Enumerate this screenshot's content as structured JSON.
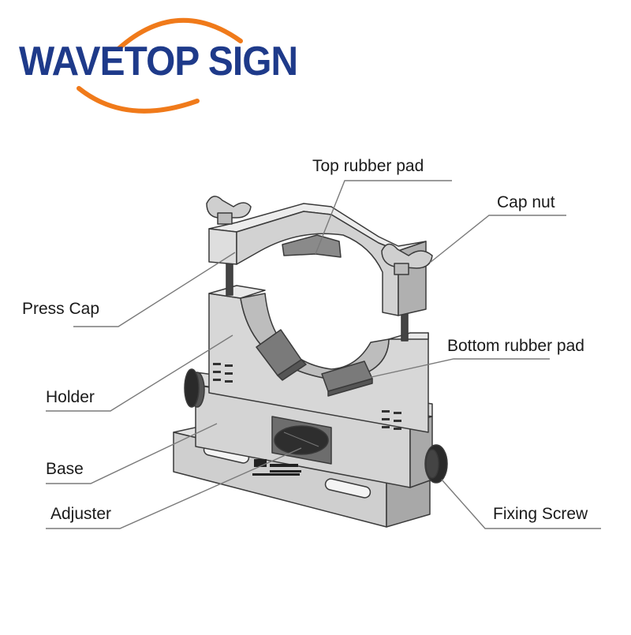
{
  "brand": {
    "name": "WAVETOP SIGN",
    "text_color": "#1e3a8a",
    "arc_color": "#f07a1a"
  },
  "labels": {
    "top_rubber_pad": "Top rubber pad",
    "cap_nut": "Cap nut",
    "press_cap": "Press Cap",
    "bottom_rubber_pad": "Bottom rubber pad",
    "holder": "Holder",
    "base": "Base",
    "adjuster": "Adjuster",
    "fixing_screw": "Fixing Screw"
  },
  "colors": {
    "metal_light": "#e4e4e4",
    "metal_mid": "#c9c9c9",
    "metal_dark": "#9a9a9a",
    "outline": "#3a3a3a",
    "leader_line": "#7a7a7a"
  }
}
